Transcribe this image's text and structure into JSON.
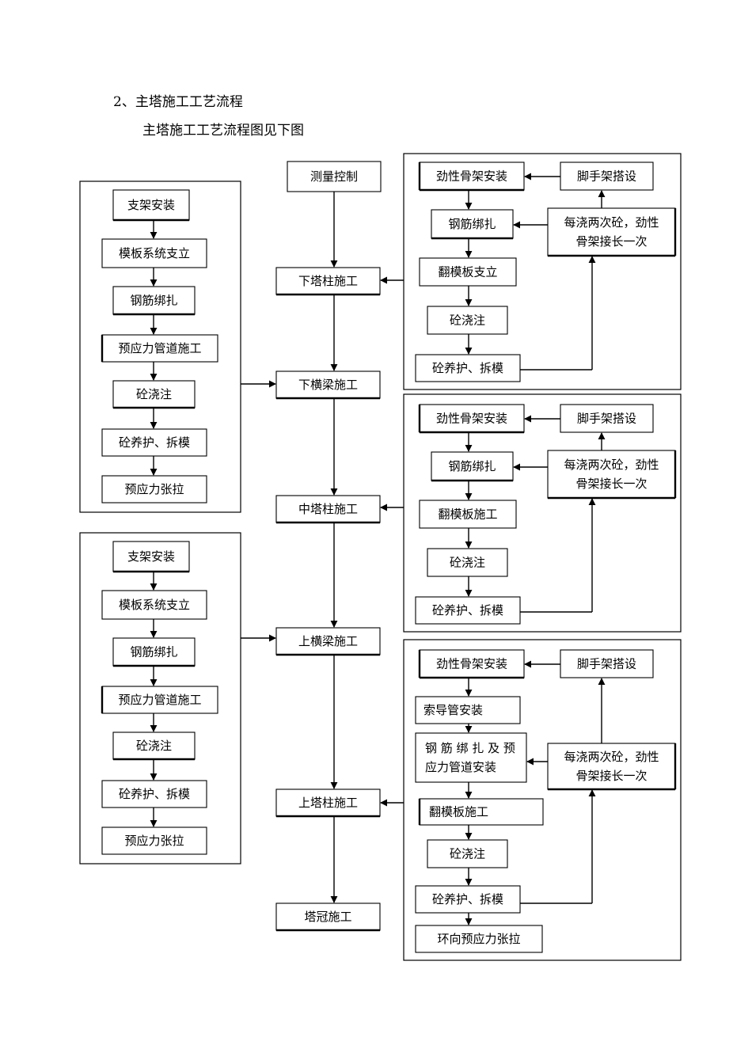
{
  "heading": "2、主塔施工工艺流程",
  "subheading": "主塔施工工艺流程图见下图",
  "main_flow": [
    "测量控制",
    "下塔柱施工",
    "下横梁施工",
    "中塔柱施工",
    "上横梁施工",
    "上塔柱施工",
    "塔冠施工"
  ],
  "lower_beam_steps": [
    "支架安装",
    "模板系统支立",
    "钢筋绑扎",
    "预应力管道施工",
    "砼浇注",
    "砼养护、拆模",
    "预应力张拉"
  ],
  "upper_beam_steps": [
    "支架安装",
    "模板系统支立",
    "钢筋绑扎",
    "预应力管道施工",
    "砼浇注",
    "砼养护、拆模",
    "预应力张拉"
  ],
  "lower_column_steps": {
    "skeleton": "劲性骨架安装",
    "scaffold": "脚手架搭设",
    "rebar": "钢筋绑扎",
    "extend": [
      "每浇两次砼，劲性",
      "骨架接长一次"
    ],
    "formwork": "翻模板支立",
    "pour": "砼浇注",
    "cure": "砼养护、拆模"
  },
  "middle_column_steps": {
    "skeleton": "劲性骨架安装",
    "scaffold": "脚手架搭设",
    "rebar": "钢筋绑扎",
    "extend": [
      "每浇两次砼，劲性",
      "骨架接长一次"
    ],
    "formwork": "翻模板施工",
    "pour": "砼浇注",
    "cure": "砼养护、拆模"
  },
  "upper_column_steps": {
    "skeleton": "劲性骨架安装",
    "scaffold": "脚手架搭设",
    "cable_guide": "索导管安装",
    "rebar_duct": [
      "钢 筋 绑 扎 及 预",
      "应力管道安装"
    ],
    "extend": [
      "每浇两次砼，劲性",
      "骨架接长一次"
    ],
    "formwork": "翻模板施工",
    "pour": "砼浇注",
    "cure": "砼养护、拆模",
    "tension": "环向预应力张拉"
  }
}
